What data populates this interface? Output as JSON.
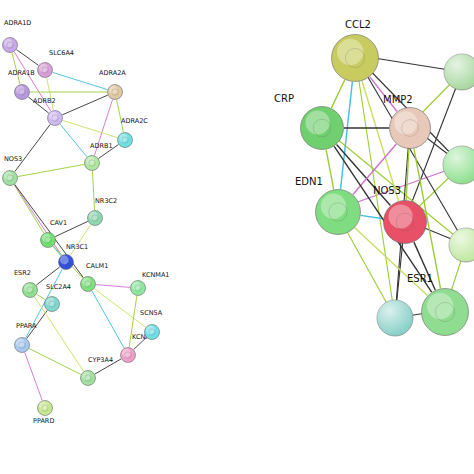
{
  "diagram": {
    "nodes": [
      {
        "text": [
          "ADRA1D"
        ]
      },
      {
        "text": [
          "SLC6A4"
        ]
      },
      {
        "text": [
          "ADRA1B"
        ]
      },
      {
        "text": [
          "ADRA2A"
        ]
      },
      {
        "text": [
          "ADRB2"
        ]
      },
      {
        "text": [
          "ADRA2C"
        ]
      },
      {
        "text": [
          "ADRB1"
        ]
      },
      {
        "text": [
          "NOS3"
        ]
      },
      {
        "text": [
          "NR3C2"
        ]
      },
      {
        "text": [
          "CAV1"
        ]
      },
      {
        "text": [
          "NR3C1"
        ]
      },
      {
        "text": [
          "CALM1"
        ]
      },
      {
        "text": [
          "ESR2"
        ]
      },
      {
        "text": [
          "SLC2A4"
        ]
      },
      {
        "text": [
          "KCNMA1"
        ]
      },
      {
        "text": [
          "KCNH2"
        ]
      },
      {
        "text": [
          "SCN5A"
        ]
      },
      {
        "text": [
          "PPARA"
        ]
      },
      {
        "text": [
          "CYP3A4"
        ]
      },
      {
        "text": [
          "PPARD"
        ]
      },
      {
        "text": [
          "CCL2"
        ]
      },
      {
        "text": [
          "CRP"
        ]
      },
      {
        "text": [
          "MMP2"
        ]
      },
      {
        "text": [
          "EDN1"
        ]
      },
      {
        "text": [
          "NOS3"
        ]
      },
      {
        "text": [
          "ESR1"
        ]
      }
    ],
    "edges": [
      {
        "from": 0,
        "to": 1,
        "arrow": "none"
      },
      {
        "from": 0,
        "to": 2,
        "arrow": "none"
      },
      {
        "from": 0,
        "to": 4,
        "arrow": "none"
      },
      {
        "from": 1,
        "to": 3,
        "arrow": "none"
      },
      {
        "from": 1,
        "to": 4,
        "arrow": "none"
      },
      {
        "from": 2,
        "to": 4,
        "arrow": "none"
      },
      {
        "from": 2,
        "to": 3,
        "arrow": "none"
      },
      {
        "from": 3,
        "to": 4,
        "arrow": "none"
      },
      {
        "from": 3,
        "to": 5,
        "arrow": "none"
      },
      {
        "from": 3,
        "to": 6,
        "arrow": "none"
      },
      {
        "from": 4,
        "to": 6,
        "arrow": "none"
      },
      {
        "from": 4,
        "to": 5,
        "arrow": "none"
      },
      {
        "from": 6,
        "to": 5,
        "arrow": "none"
      },
      {
        "from": 6,
        "to": 7,
        "arrow": "none"
      },
      {
        "from": 4,
        "to": 7,
        "arrow": "none"
      },
      {
        "from": 7,
        "to": 9,
        "arrow": "none"
      },
      {
        "from": 7,
        "to": 10,
        "arrow": "none"
      },
      {
        "from": 9,
        "to": 10,
        "arrow": "none"
      },
      {
        "from": 8,
        "to": 10,
        "arrow": "none"
      },
      {
        "from": 8,
        "to": 9,
        "arrow": "none"
      },
      {
        "from": 9,
        "to": 11,
        "arrow": "none"
      },
      {
        "from": 10,
        "to": 12,
        "arrow": "none"
      },
      {
        "from": 12,
        "to": 13,
        "arrow": "none"
      },
      {
        "from": 11,
        "to": 14,
        "arrow": "none"
      },
      {
        "from": 11,
        "to": 15,
        "arrow": "none"
      },
      {
        "from": 11,
        "to": 16,
        "arrow": "none"
      },
      {
        "from": 15,
        "to": 16,
        "arrow": "none"
      },
      {
        "from": 14,
        "to": 15,
        "arrow": "none"
      },
      {
        "from": 13,
        "to": 17,
        "arrow": "none"
      },
      {
        "from": 17,
        "to": 18,
        "arrow": "none"
      },
      {
        "from": 17,
        "to": 19,
        "arrow": "none"
      },
      {
        "from": 10,
        "to": 17,
        "arrow": "none"
      },
      {
        "from": 12,
        "to": 18,
        "arrow": "none"
      },
      {
        "from": 18,
        "to": 15,
        "arrow": "none"
      },
      {
        "from": 8,
        "to": 6,
        "arrow": "none"
      },
      {
        "from": 11,
        "to": 7,
        "arrow": "none"
      },
      {
        "from": 20,
        "to": 21,
        "arrow": "none"
      },
      {
        "from": 20,
        "to": 22,
        "arrow": "none"
      },
      {
        "from": 20,
        "to": 23,
        "arrow": "none"
      },
      {
        "from": 20,
        "to": 24,
        "arrow": "none"
      },
      {
        "from": 21,
        "to": 22,
        "arrow": "none"
      },
      {
        "from": 21,
        "to": 23,
        "arrow": "none"
      },
      {
        "from": 21,
        "to": 24,
        "arrow": "none"
      },
      {
        "from": 22,
        "to": 24,
        "arrow": "none"
      },
      {
        "from": 22,
        "to": 23,
        "arrow": "none"
      },
      {
        "from": 23,
        "to": 24,
        "arrow": "none"
      },
      {
        "from": 23,
        "to": 25,
        "arrow": "none"
      },
      {
        "from": 24,
        "to": 25,
        "arrow": "none"
      },
      {
        "from": 22,
        "to": 25,
        "arrow": "none"
      },
      {
        "from": 21,
        "to": 25,
        "arrow": "none"
      }
    ]
  }
}
